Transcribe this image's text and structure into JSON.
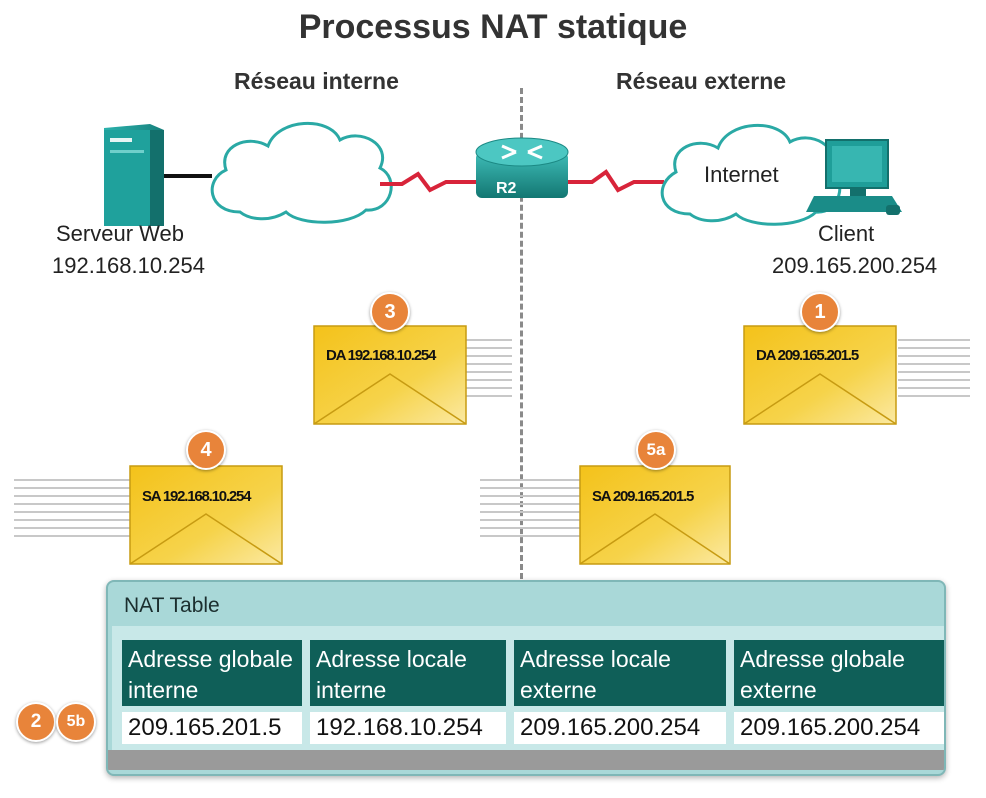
{
  "title": "Processus NAT statique",
  "networks": {
    "internal": "Réseau interne",
    "external": "Réseau externe"
  },
  "internet_label": "Internet",
  "router_label": "R2",
  "server": {
    "name": "Serveur Web",
    "ip": "192.168.10.254"
  },
  "client": {
    "name": "Client",
    "ip": "209.165.200.254"
  },
  "packets": [
    {
      "step": "1",
      "label": "DA 209.165.201.5"
    },
    {
      "step": "3",
      "label": "DA 192.168.10.254"
    },
    {
      "step": "4",
      "label": "SA 192.168.10.254"
    },
    {
      "step": "5a",
      "label": "SA 209.165.201.5"
    }
  ],
  "nat_table": {
    "title": "NAT Table",
    "headers": [
      "Adresse globale interne",
      "Adresse locale interne",
      "Adresse locale externe",
      "Adresse globale externe"
    ],
    "row": [
      "209.165.201.5",
      "192.168.10.254",
      "209.165.200.254",
      "209.165.200.254"
    ],
    "row_steps": [
      "2",
      "5b"
    ]
  },
  "colors": {
    "teal": "#1e9a96",
    "table_header": "#0f5f58",
    "table_bg": "#a9d8d8",
    "badge": "#e8843a",
    "envelope": "#f5c518",
    "wan_link": "#d8243a"
  }
}
